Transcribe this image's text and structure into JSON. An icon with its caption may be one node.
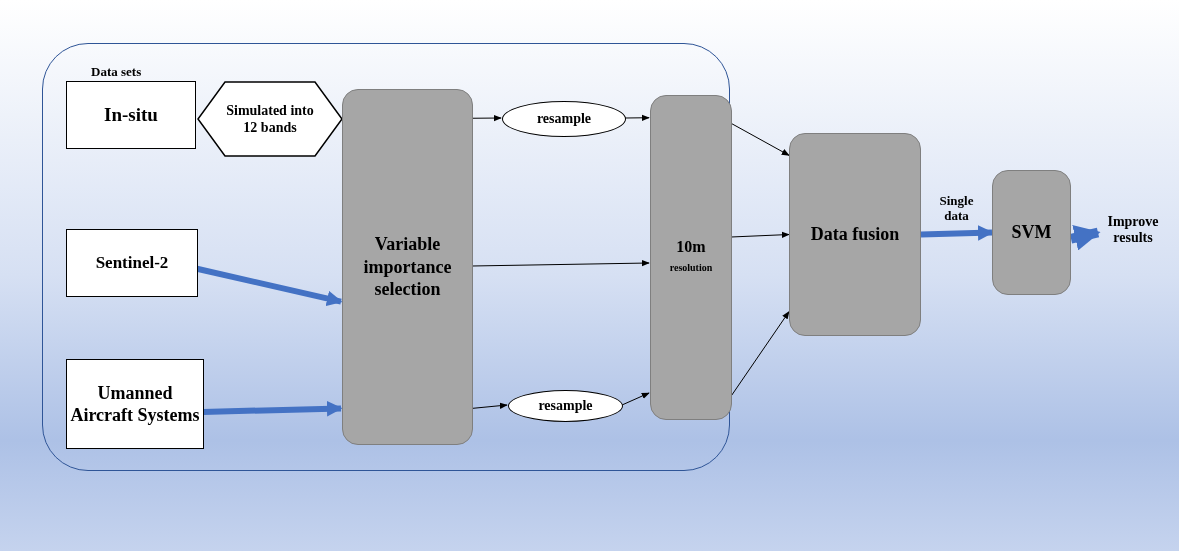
{
  "diagram": {
    "nodes": [
      {
        "text": [
          "Data sets"
        ]
      },
      {
        "text": [
          "In-situ"
        ],
        "in": 0
      },
      {
        "text": [
          "Simulated into 12 bands"
        ],
        "in": 0
      },
      {
        "text": [
          "Sentinel-2"
        ],
        "in": 0
      },
      {
        "text": [
          "Umanned Aircraft Systems"
        ],
        "in": 0
      },
      {
        "text": [
          "Variable importance selection"
        ],
        "in": 0
      },
      {
        "text": [
          "resample"
        ],
        "in": 0
      },
      {
        "text": [
          "resample"
        ],
        "in": 0
      },
      {
        "text": [
          "10m",
          "resolution"
        ],
        "in": 0
      },
      {
        "text": [
          "Data fusion"
        ]
      },
      {
        "text": [
          "SVM"
        ]
      },
      {
        "text": [
          "Improve results"
        ]
      }
    ],
    "edges": [
      {
        "from": 3,
        "to": 5,
        "arrow": "to",
        "style": "thick",
        "color": "#4472c4"
      },
      {
        "from": 4,
        "to": 5,
        "arrow": "to",
        "style": "thick",
        "color": "#4472c4"
      },
      {
        "from": 5,
        "to": 6,
        "arrow": "to"
      },
      {
        "from": 6,
        "to": 8,
        "arrow": "to"
      },
      {
        "from": 5,
        "to": 8,
        "arrow": "to"
      },
      {
        "from": 5,
        "to": 7,
        "arrow": "to"
      },
      {
        "from": 7,
        "to": 8,
        "arrow": "to"
      },
      {
        "from": 8,
        "to": 9,
        "arrow": "to"
      },
      {
        "from": 8,
        "to": 9,
        "arrow": "to"
      },
      {
        "from": 8,
        "to": 9,
        "arrow": "to"
      },
      {
        "from": 9,
        "to": 10,
        "arrow": "to",
        "label": "Single data",
        "style": "thick",
        "color": "#4472c4"
      },
      {
        "from": 10,
        "to": 11,
        "arrow": "to",
        "style": "thick",
        "color": "#4472c4"
      }
    ]
  }
}
